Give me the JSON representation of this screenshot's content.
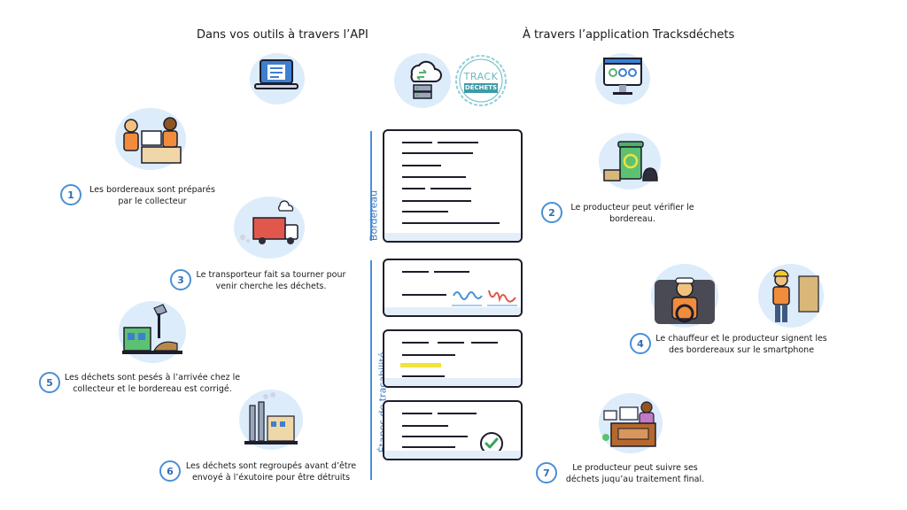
{
  "headers": {
    "left": "Dans vos outils à travers l’API",
    "right": "À travers l’application Tracksdéchets"
  },
  "logo": {
    "line1": "TRACK",
    "line2": "DÉCHETS"
  },
  "side_labels": {
    "bordereau": "Bordereau",
    "etapes": "Étapes de traçabilité"
  },
  "steps": [
    {
      "number": "1",
      "text": "Les bordereaux sont préparés\npar le collecteur"
    },
    {
      "number": "2",
      "text": "Le producteur peut vérifier le\nbordereau."
    },
    {
      "number": "3",
      "text": "Le transporteur fait sa tourner pour\nvenir cherche les déchets."
    },
    {
      "number": "4",
      "text": "Le chauffeur et le producteur signent les\ndes bordereaux sur le smartphone"
    },
    {
      "number": "5",
      "text": "Les déchets sont pesés à l’arrivée chez le\ncollecteur et  le bordereau est corrigé."
    },
    {
      "number": "6",
      "text": "Les déchets sont regroupés avant d’être\nenvoyé à l’éxutoire pour être détruits"
    },
    {
      "number": "7",
      "text": "Le producteur peut suivre ses\ndéchets juqu’au traitement final."
    }
  ],
  "icons": {
    "api_laptop": "laptop-api-icon",
    "cloud_server": "cloud-server-icon",
    "app_monitor": "monitor-app-icon",
    "collector": "collector-people-icon",
    "bin": "recycling-bin-icon",
    "truck": "truck-icon",
    "driver": "driver-icon",
    "worker": "worker-icon",
    "sorting": "sorting-center-icon",
    "factory": "factory-icon",
    "producer": "producer-desk-icon",
    "check": "check-icon"
  },
  "colors": {
    "accent": "#4a8fd6",
    "bubble": "#dcecfa",
    "ink": "#1d1d2b",
    "signature": "#e2574c",
    "highlight": "#f3e23a",
    "check": "#3aa35c"
  }
}
